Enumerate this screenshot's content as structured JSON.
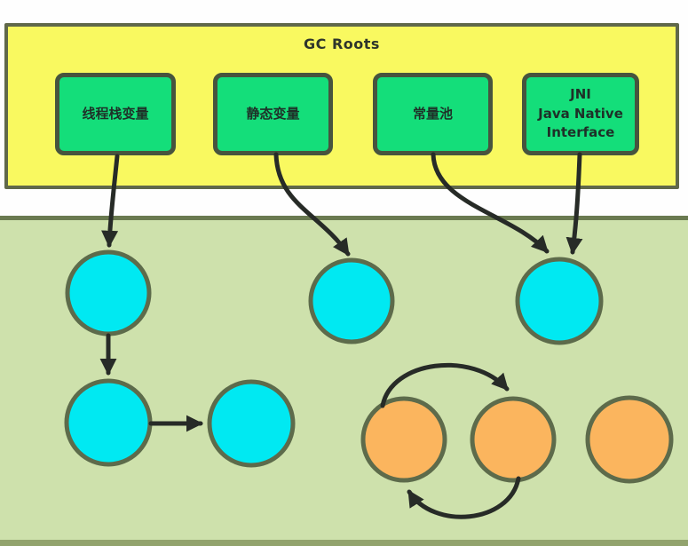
{
  "title": "GC Roots",
  "gc_roots": {
    "label": "GC Roots",
    "boxes": [
      {
        "id": "thread-stack-vars",
        "label": "线程栈变量"
      },
      {
        "id": "static-vars",
        "label": "静态变量"
      },
      {
        "id": "constant-pool",
        "label": "常量池"
      },
      {
        "id": "jni",
        "label": "JNI\nJava Native\nInterface"
      }
    ]
  },
  "heap": {
    "reachable_object_count": 5,
    "unreachable_object_count": 3,
    "edges": [
      {
        "from": "thread-stack-vars",
        "to": "reachable-1"
      },
      {
        "from": "reachable-1",
        "to": "reachable-4"
      },
      {
        "from": "reachable-4",
        "to": "reachable-5"
      },
      {
        "from": "static-vars",
        "to": "reachable-2"
      },
      {
        "from": "constant-pool",
        "to": "reachable-3"
      },
      {
        "from": "jni",
        "to": "reachable-3"
      },
      {
        "from": "unreachable-1",
        "to": "unreachable-2"
      },
      {
        "from": "unreachable-2",
        "to": "unreachable-1"
      }
    ]
  },
  "colors": {
    "gc_roots_fill": "#F9F960",
    "gc_roots_border": "#60684A",
    "root_box_fill": "#14DE7A",
    "root_box_border": "#47543E",
    "heap_fill": "#CEE1AC",
    "heap_border": "#6A7A50",
    "reachable_fill": "#00E9F2",
    "unreachable_fill": "#FBB55E",
    "node_border": "#5D6B4B",
    "arrow": "#272B27"
  }
}
